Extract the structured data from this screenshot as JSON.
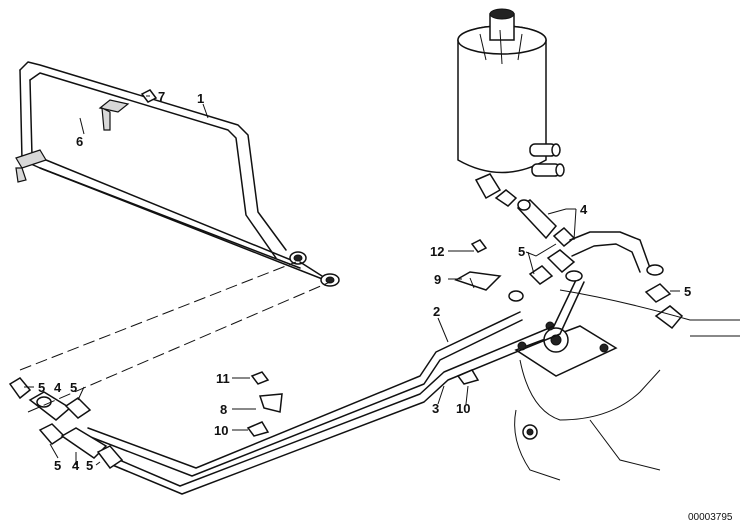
{
  "callouts": {
    "c1": "1",
    "c7": "7",
    "c6": "6",
    "c4_top": "4",
    "c5_top": "5",
    "c12": "12",
    "c9": "9",
    "c5_right": "5",
    "c2": "2",
    "c3": "3",
    "c10_right": "10",
    "c11": "11",
    "c8": "8",
    "c10_left": "10",
    "c5_l1": "5",
    "c4_l1": "4",
    "c5_l2": "5",
    "c5_l3": "5",
    "c4_l2": "4",
    "c5_l4": "5"
  },
  "document_number": "00003795"
}
